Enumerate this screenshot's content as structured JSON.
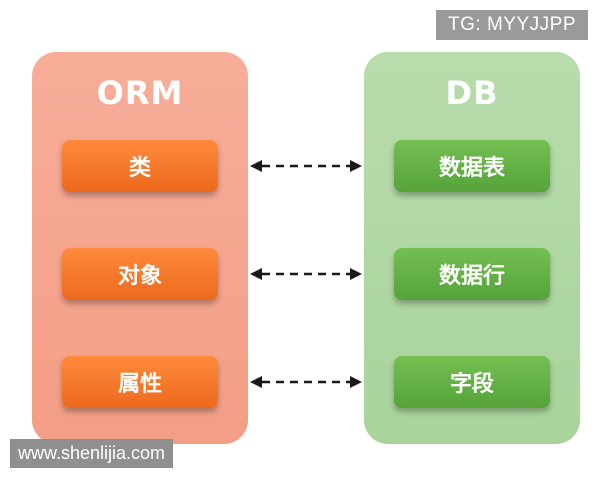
{
  "watermarks": {
    "top": "TG: MYYJJPP",
    "bottom": "www.shenlijia.com"
  },
  "orm": {
    "title": "ORM",
    "items": [
      "类",
      "对象",
      "属性"
    ]
  },
  "db": {
    "title": "DB",
    "items": [
      "数据表",
      "数据行",
      "字段"
    ]
  },
  "colors": {
    "orm_panel": "#f4a48d",
    "orm_box": "#f27a2c",
    "db_panel": "#b0d8a3",
    "db_box": "#64b246",
    "arrow": "#1a1a1a"
  }
}
